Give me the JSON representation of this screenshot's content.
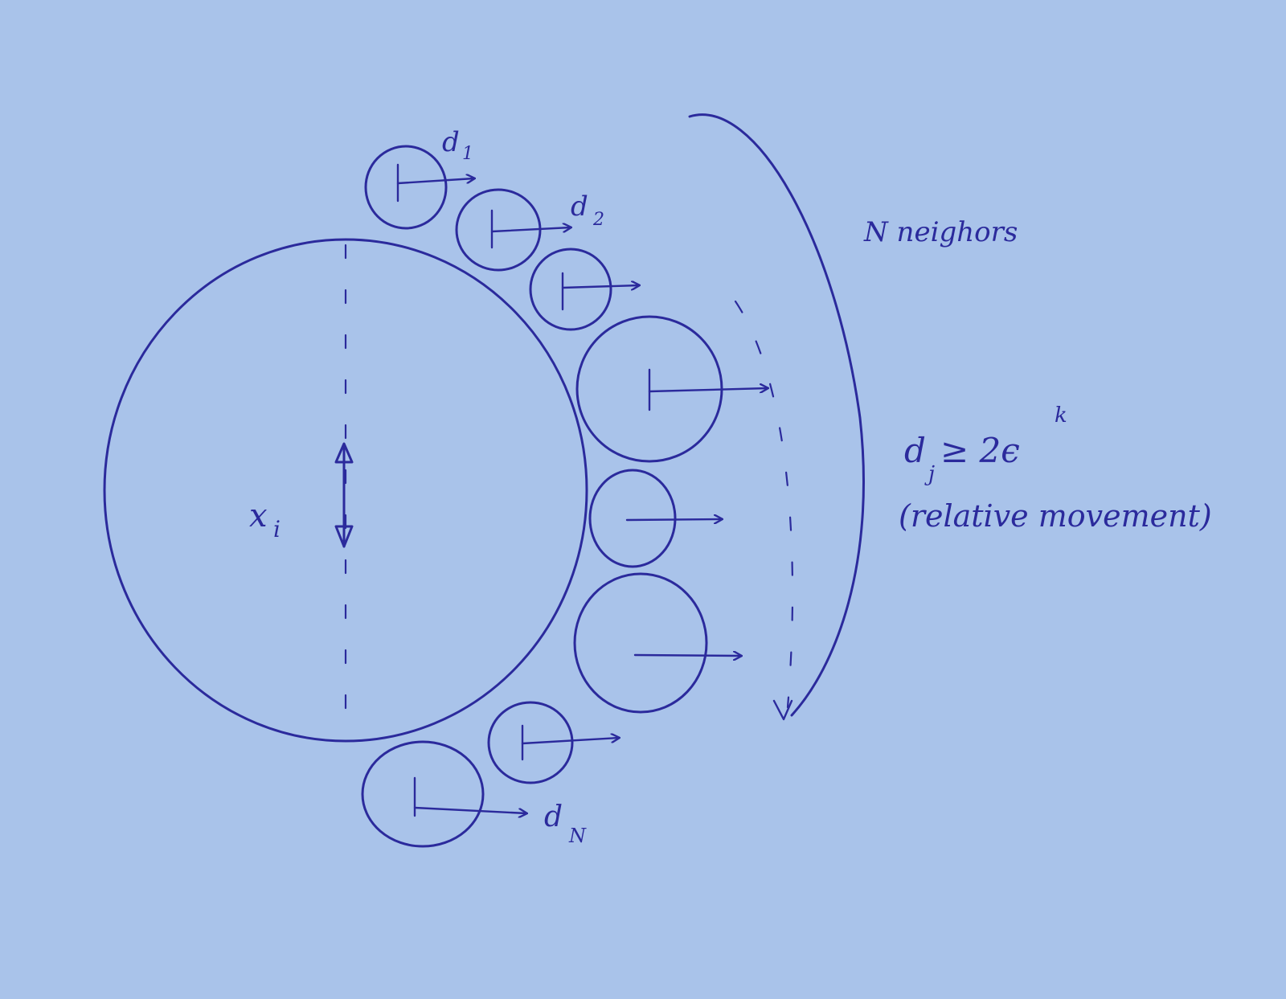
{
  "labels": {
    "center": "x",
    "center_sub": "i",
    "d1": "d",
    "d1_sub": "1",
    "d2": "d",
    "d2_sub": "2",
    "dN": "d",
    "dN_sub": "N",
    "neighbors": "N neighors",
    "condition_d": "d",
    "condition_sub": "j",
    "condition_rest": " ≥ 2ϵ",
    "condition_sup": "k",
    "condition_note": "(relative movement)"
  },
  "colors": {
    "paper": "#a9c3ea",
    "ink": "#2b2a9c"
  }
}
